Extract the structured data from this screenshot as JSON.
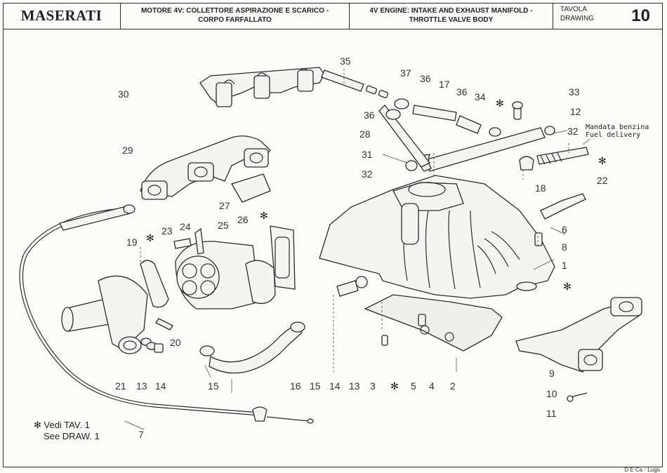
{
  "header": {
    "brand": "MASERATI",
    "title_it_line1": "MOTORE 4V: COLLETTORE ASPIRAZIONE E SCARICO -",
    "title_it_line2": "CORPO FARFALLATO",
    "title_en_line1": "4V ENGINE: INTAKE AND EXHAUST MANIFOLD -",
    "title_en_line2": "THROTTLE VALVE BODY",
    "drawing_label_it": "TAVOLA",
    "drawing_label_en": "DRAWING",
    "drawing_number": "10"
  },
  "fuel_note": {
    "it": "Mandata benzina",
    "en": "Fuel delivery"
  },
  "legend": {
    "line1": "✻ Vedi TAV. 1",
    "line2": "See DRAW. 1"
  },
  "credit": "D E Ca · Lugo",
  "callouts": [
    "35",
    "37",
    "36",
    "17",
    "36",
    "34",
    "33",
    "12",
    "32",
    "30",
    "36",
    "28",
    "31",
    "32",
    "29",
    "18",
    "22",
    "6",
    "8",
    "1",
    "27",
    "23",
    "24",
    "25",
    "26",
    "19",
    "20",
    "21",
    "13",
    "14",
    "15",
    "16",
    "15",
    "14",
    "13",
    "3",
    "5",
    "4",
    "2",
    "9",
    "10",
    "11",
    "7"
  ],
  "star_symbol": "✻"
}
